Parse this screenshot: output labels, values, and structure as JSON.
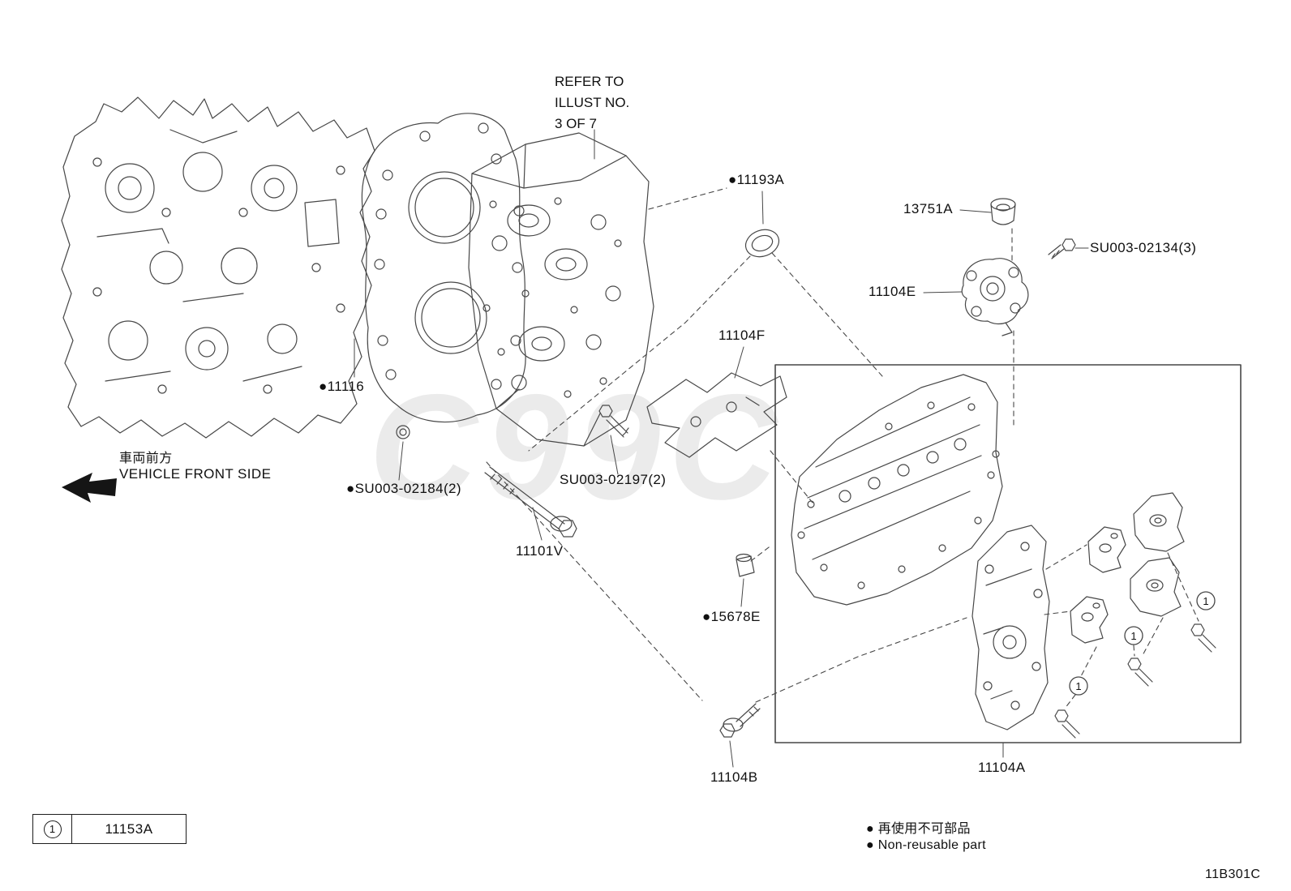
{
  "meta": {
    "diagram_code": "11B301C",
    "watermark": "C99C"
  },
  "notes": {
    "refer_lines": [
      "REFER TO",
      "ILLUST NO.",
      "3 OF 7"
    ],
    "front_jp": "車両前方",
    "front_en": "VEHICLE FRONT SIDE"
  },
  "parts": {
    "p11193A": "●11193A",
    "p13751A": "13751A",
    "su003_02134": "SU003-02134(3)",
    "p11104E": "11104E",
    "p11104F": "11104F",
    "p11116": "●11116",
    "su003_02184": "●SU003-02184(2)",
    "su003_02197": "SU003-02197(2)",
    "p11101V": "11101V",
    "p15678E": "●15678E",
    "p11104B": "11104B",
    "p11104A": "11104A"
  },
  "callout": {
    "index": "1"
  },
  "legend_box": {
    "index": "1",
    "part": "11153A"
  },
  "legend": {
    "jp": "● 再使用不可部品",
    "en": "● Non-reusable part"
  }
}
